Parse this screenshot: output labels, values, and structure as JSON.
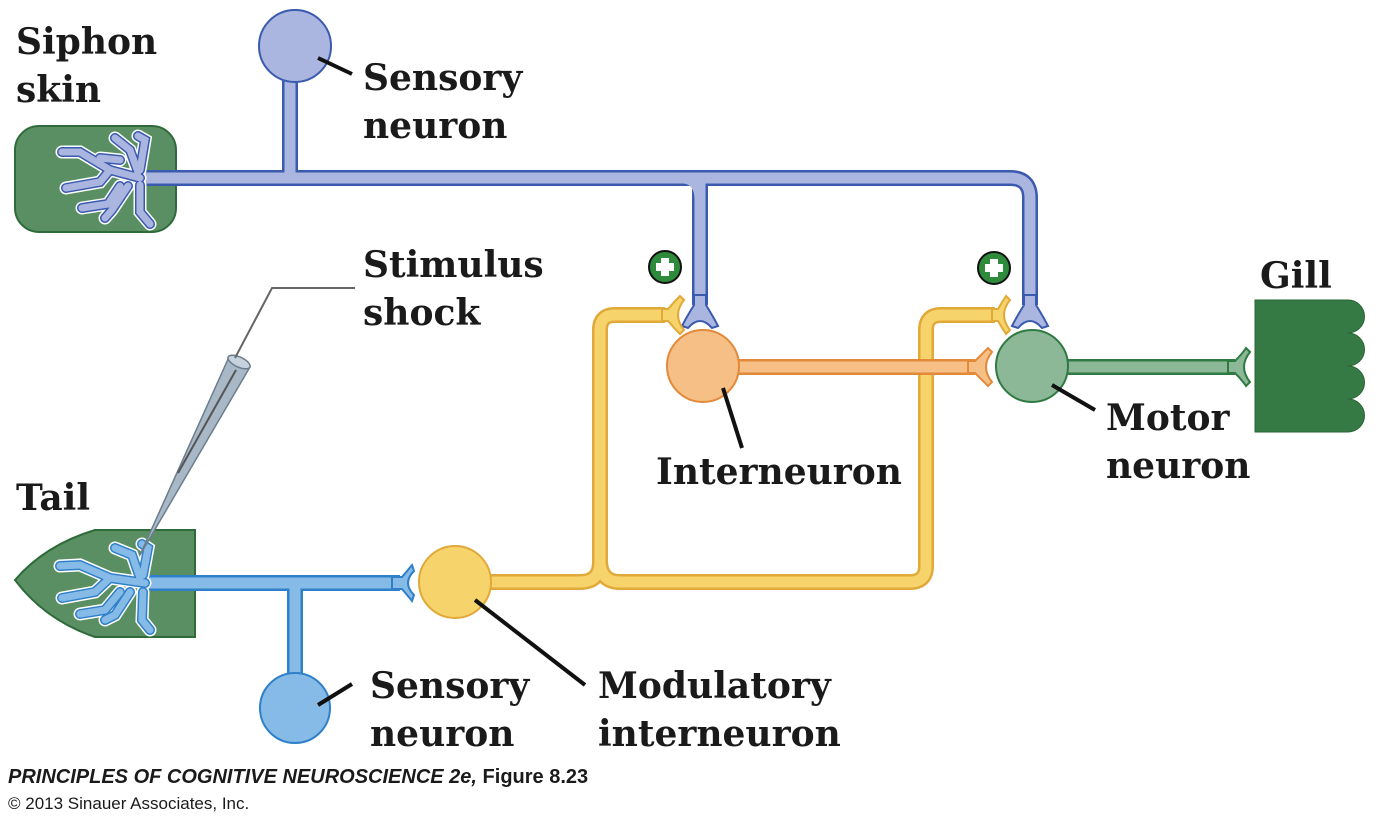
{
  "labels": {
    "siphon_skin": [
      "Siphon",
      "skin"
    ],
    "siphon_sensory_neuron": [
      "Sensory",
      "neuron"
    ],
    "stimulus_shock": [
      "Stimulus",
      "shock"
    ],
    "tail": "Tail",
    "tail_sensory_neuron": [
      "Sensory",
      "neuron"
    ],
    "modulatory_interneuron": [
      "Modulatory",
      "interneuron"
    ],
    "interneuron": "Interneuron",
    "motor_neuron": [
      "Motor",
      "neuron"
    ],
    "gill": "Gill"
  },
  "synapse_markers": [
    {
      "symbol": "+",
      "meaning": "facilitation",
      "target": "interneuron"
    },
    {
      "symbol": "+",
      "meaning": "facilitation",
      "target": "motor-neuron"
    }
  ],
  "colors": {
    "siphon_sensory": "#aab6e0",
    "siphon_sensory_stroke": "#3a5aae",
    "tail_sensory": "#86bbe8",
    "tail_sensory_stroke": "#2f80c8",
    "modulatory": "#f7d36b",
    "modulatory_stroke": "#e0a93a",
    "interneuron": "#f5bf86",
    "interneuron_stroke": "#e38a3a",
    "motor": "#8db897",
    "motor_stroke": "#2f7a42",
    "tissue": "#5a8f63",
    "gill": "#357a45",
    "plus_marker": "#2e8b3c"
  },
  "caption": {
    "book_title": "PRINCIPLES OF COGNITIVE NEUROSCIENCE 2e",
    "figure": "Figure 8.23",
    "copyright": "© 2013 Sinauer Associates, Inc."
  }
}
